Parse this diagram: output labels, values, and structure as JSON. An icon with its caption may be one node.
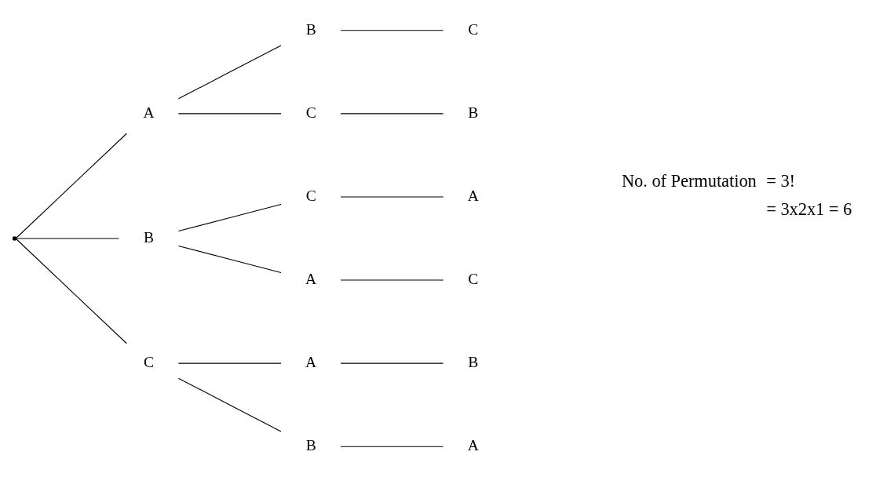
{
  "diagram": {
    "nodes": [
      {
        "text": [],
        "shape": "point"
      },
      {
        "text": [
          "A"
        ]
      },
      {
        "text": [
          "B"
        ]
      },
      {
        "text": [
          "C"
        ]
      },
      {
        "text": [
          "B"
        ]
      },
      {
        "text": [
          "C"
        ]
      },
      {
        "text": [
          "C"
        ]
      },
      {
        "text": [
          "A"
        ]
      },
      {
        "text": [
          "A"
        ]
      },
      {
        "text": [
          "B"
        ]
      },
      {
        "text": [
          "C"
        ]
      },
      {
        "text": [
          "B"
        ]
      },
      {
        "text": [
          "A"
        ]
      },
      {
        "text": [
          "C"
        ]
      },
      {
        "text": [
          "B"
        ]
      },
      {
        "text": [
          "A"
        ]
      }
    ],
    "edges": [
      {
        "from": 0,
        "to": 1,
        "arrow": "none"
      },
      {
        "from": 0,
        "to": 2,
        "arrow": "none"
      },
      {
        "from": 0,
        "to": 3,
        "arrow": "none"
      },
      {
        "from": 1,
        "to": 4,
        "arrow": "none"
      },
      {
        "from": 1,
        "to": 5,
        "arrow": "none"
      },
      {
        "from": 2,
        "to": 6,
        "arrow": "none"
      },
      {
        "from": 2,
        "to": 7,
        "arrow": "none"
      },
      {
        "from": 3,
        "to": 8,
        "arrow": "none"
      },
      {
        "from": 3,
        "to": 9,
        "arrow": "none"
      },
      {
        "from": 4,
        "to": 10,
        "arrow": "none"
      },
      {
        "from": 5,
        "to": 11,
        "arrow": "none"
      },
      {
        "from": 6,
        "to": 12,
        "arrow": "none"
      },
      {
        "from": 7,
        "to": 13,
        "arrow": "none"
      },
      {
        "from": 8,
        "to": 14,
        "arrow": "none"
      },
      {
        "from": 9,
        "to": 15,
        "arrow": "none"
      }
    ],
    "labels": [
      "No. of Permutation",
      "= 3!",
      "= 3x2x1 = 6"
    ]
  }
}
